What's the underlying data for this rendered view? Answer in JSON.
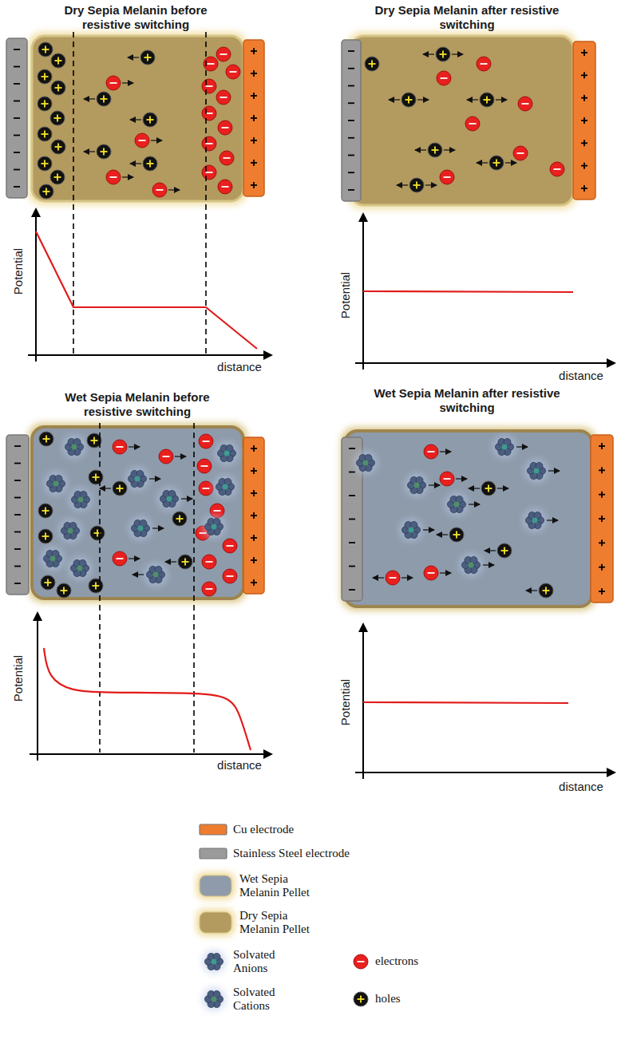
{
  "diagram": {
    "labels": [
      "Dry Sepia Melanin before resistive switching",
      "Potential",
      "distance",
      "Dry Sepia Melanin after resistive switching",
      "Potential",
      "distance",
      "Wet Sepia Melanin before resistive switching",
      "Potential",
      "distance",
      "Wet Sepia Melanin after resistive switching",
      "Potential",
      "distance"
    ],
    "legend": [
      {
        "text": "Cu electrode",
        "color": "#ef7d2f"
      },
      {
        "text": "Stainless Steel electrode",
        "color": "#9b9b9b"
      },
      {
        "text": "Wet Sepia Melanin Pellet",
        "color": "#8f9bab"
      },
      {
        "text": "Dry Sepia Melanin Pellet",
        "color": "#b39a5f"
      },
      {
        "text": "Solvated Anions"
      },
      {
        "text": "electrons"
      },
      {
        "text": "Solvated Cations"
      },
      {
        "text": "holes"
      }
    ]
  }
}
